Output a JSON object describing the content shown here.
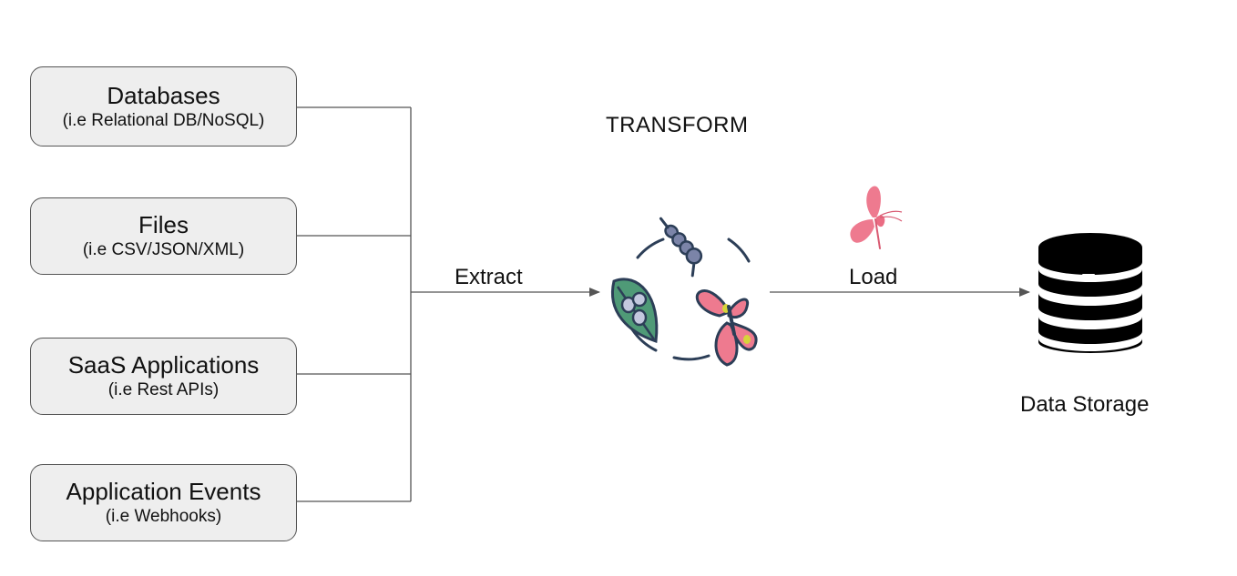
{
  "sources": [
    {
      "title": "Databases",
      "subtitle": "(i.e Relational DB/NoSQL)"
    },
    {
      "title": "Files",
      "subtitle": "(i.e CSV/JSON/XML)"
    },
    {
      "title": "SaaS Applications",
      "subtitle": "(i.e Rest APIs)"
    },
    {
      "title": "Application Events",
      "subtitle": "(i.e Webhooks)"
    }
  ],
  "transform": {
    "heading": "TRANSFORM",
    "icon": "metamorphosis-cycle-icon"
  },
  "extract": {
    "label": "Extract"
  },
  "load": {
    "label": "Load",
    "icon": "butterfly-icon"
  },
  "storage": {
    "label": "Data Storage",
    "icon": "database-icon"
  },
  "colors": {
    "box_fill": "#eeeeee",
    "box_border": "#555555",
    "line": "#555555",
    "butterfly": "#ee7a8f",
    "leaf": "#4f9a77",
    "caterpillar": "#7b84a8",
    "outline": "#2c3e57",
    "database": "#000000"
  }
}
